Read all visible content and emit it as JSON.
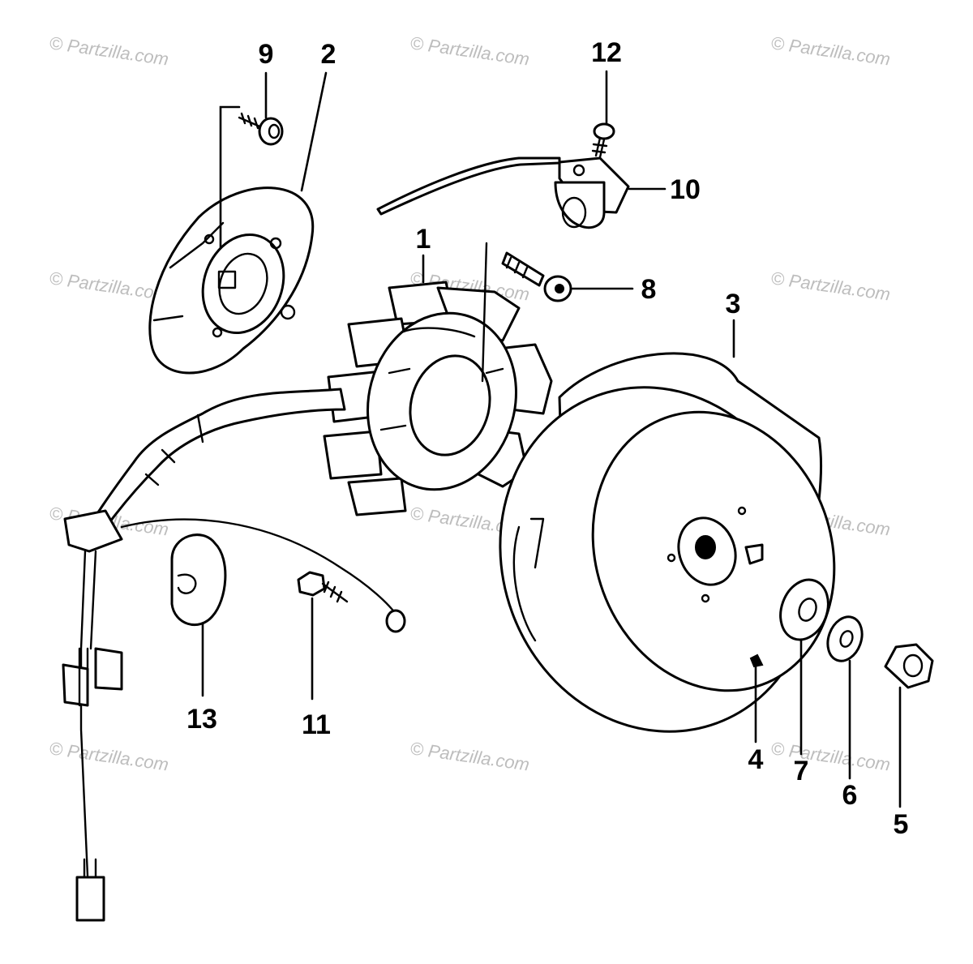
{
  "watermark": "© Partzilla.com",
  "callouts": [
    {
      "id": "1",
      "label": "1"
    },
    {
      "id": "2",
      "label": "2"
    },
    {
      "id": "3",
      "label": "3"
    },
    {
      "id": "4",
      "label": "4"
    },
    {
      "id": "5",
      "label": "5"
    },
    {
      "id": "6",
      "label": "6"
    },
    {
      "id": "7",
      "label": "7"
    },
    {
      "id": "8",
      "label": "8"
    },
    {
      "id": "9",
      "label": "9"
    },
    {
      "id": "10",
      "label": "10"
    },
    {
      "id": "11",
      "label": "11"
    },
    {
      "id": "12",
      "label": "12"
    },
    {
      "id": "13",
      "label": "13"
    }
  ]
}
